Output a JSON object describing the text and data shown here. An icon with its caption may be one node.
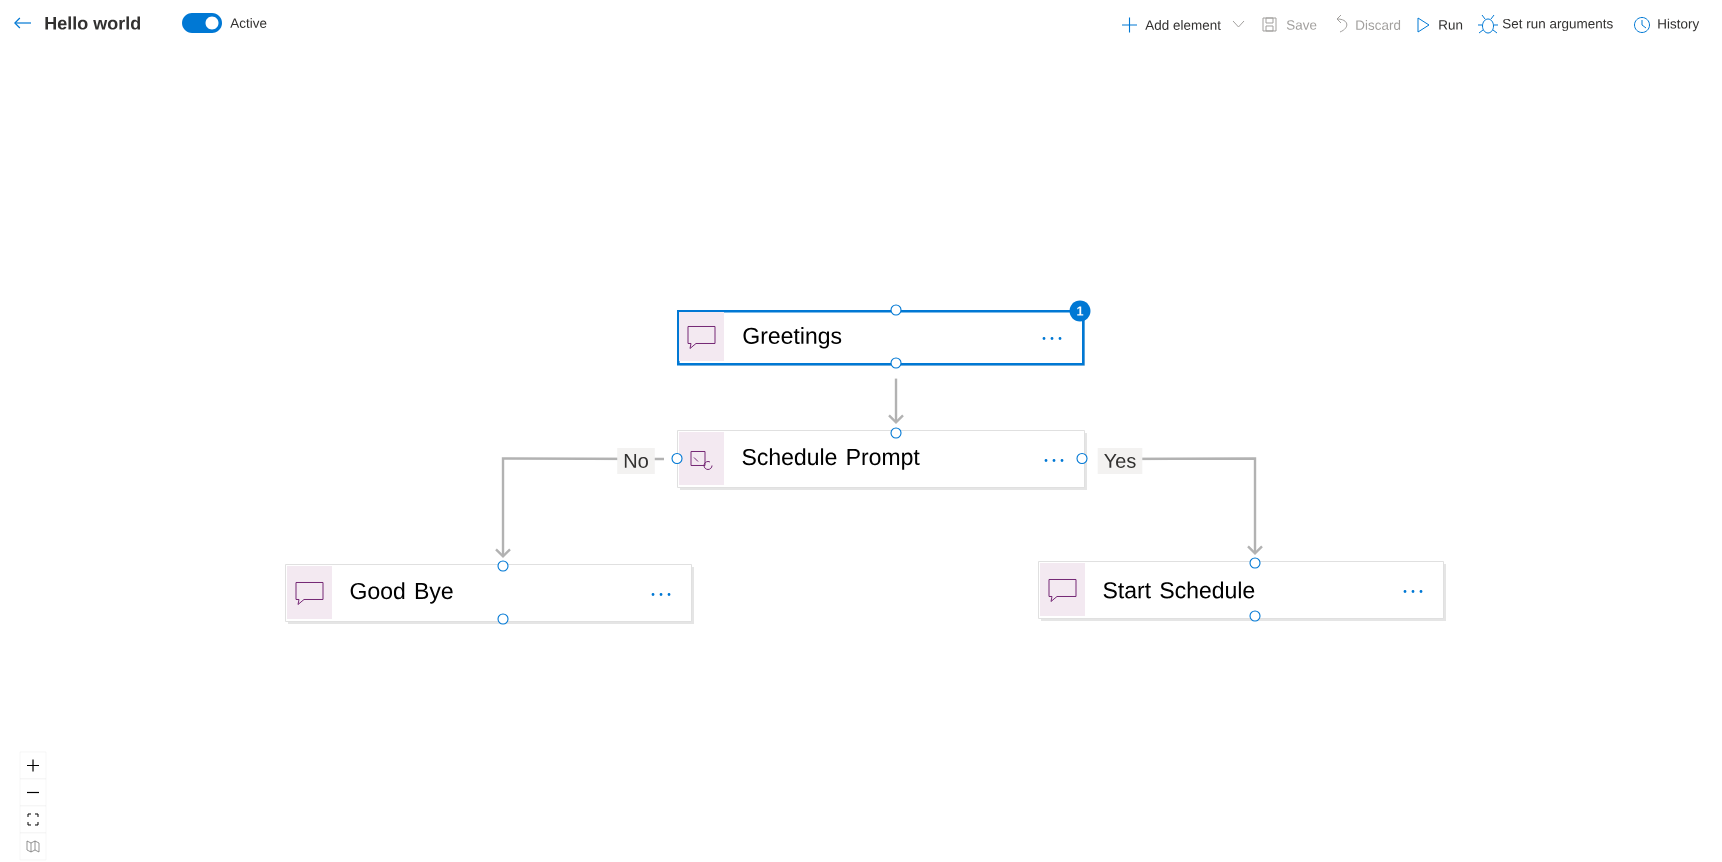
{
  "diagram": {
    "title": "Hello world",
    "nodes": [
      {
        "text": [
          "Greetings"
        ]
      },
      {
        "text": [
          "Schedule Prompt"
        ]
      },
      {
        "text": [
          "Good Bye"
        ]
      },
      {
        "text": [
          "Start Schedule"
        ]
      }
    ],
    "edges": [
      {
        "from": 0,
        "to": 1,
        "arrow": "to"
      },
      {
        "from": 1,
        "to": 2,
        "arrow": "to",
        "label": "No"
      },
      {
        "from": 1,
        "to": 3,
        "arrow": "to",
        "label": "Yes"
      }
    ],
    "labels": [
      "Active",
      "Add element",
      "Save",
      "Discard",
      "Run",
      "Set run arguments",
      "History",
      "1"
    ]
  }
}
